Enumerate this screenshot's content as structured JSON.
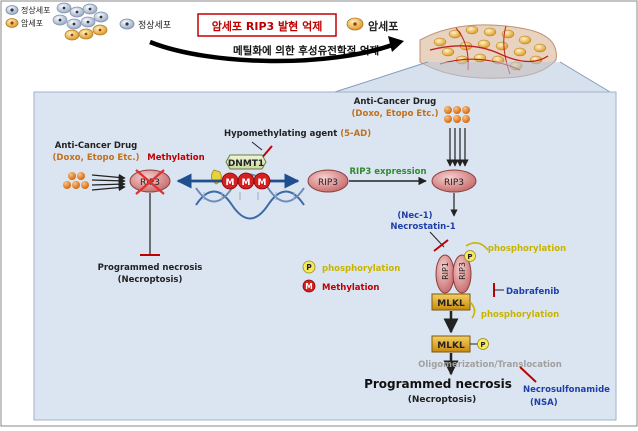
{
  "legend": {
    "normal_label": "정상세포",
    "cancer_label": "암세포"
  },
  "top": {
    "normal_label": "정상세포",
    "banner_prefix": "암세포 ",
    "banner_highlight": "RIP3",
    "banner_suffix": " 발현 억제",
    "cancer_label": "암세포",
    "subtitle": "메틸화에 의한 후성유전학적 억제"
  },
  "left": {
    "drug_title": "Anti-Cancer Drug",
    "drug_sub": "(Doxo, Etopo Etc.)",
    "rip3_label": "RIP3",
    "methylation_label": "Methylation",
    "necrosis_title": "Programmed necrosis",
    "necrosis_sub": "(Necroptosis)"
  },
  "center": {
    "hypo_prefix": "Hypomethylating agent ",
    "hypo_suffix": "(5-AD)",
    "dnmt1_label": "DNMT1",
    "m_label": "M",
    "rip3_label": "RIP3",
    "expression_label": "RIP3 expression"
  },
  "right": {
    "drug_title": "Anti-Cancer Drug",
    "drug_sub": "(Doxo, Etopo Etc.)",
    "rip3_label": "RIP3",
    "nec1_label": "(Nec-1)",
    "nec1_name": "Necrostatin-1",
    "rip1_label": "RIP1",
    "rip3_small_label": "RIP3",
    "phos_label": "phosphorylation",
    "phos_label_2": "phosphorylation",
    "mlkl_label": "MLKL",
    "mlkl_label_2": "MLKL",
    "dabrafenib_label": "Dabrafenib",
    "oligo_label": "Oligomerization/Translocation",
    "necrosis_title": "Programmed  necrosis",
    "necrosis_sub": "(Necroptosis)",
    "nsa_label": "Necrosulfonamide",
    "nsa_abbr": "(NSA)"
  },
  "key": {
    "p_symbol": "P",
    "p_label": "phosphorylation",
    "m_symbol": "M",
    "m_label": "Methylation"
  },
  "colors": {
    "panel_bg": "#dbe5f1",
    "drug_sub_color": "#c0701e",
    "methylation_red": "#c00000",
    "expression_green": "#2e8b2e",
    "inhibitor_blue": "#1f3fa8",
    "phos_yellow": "#c8b400",
    "oligo_gray": "#a0a0a0",
    "mlkl_gold": "#d9a520",
    "rip_pink": "#e8a0a0",
    "drug_orange": "#e07a1f"
  }
}
